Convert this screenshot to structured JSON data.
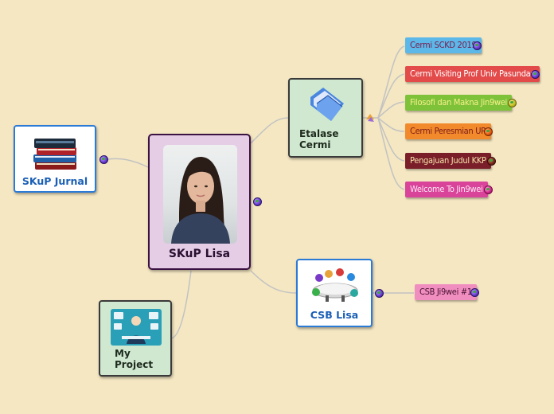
{
  "center": {
    "title": "SKuP Lisa"
  },
  "nodes": {
    "skup_jurnal": {
      "title": "SKuP Jurnal"
    },
    "etalase": {
      "title_line1": "Etalase",
      "title_line2": "Cermi"
    },
    "csb": {
      "title": "CSB Lisa"
    },
    "project": {
      "title_line1": "My",
      "title_line2": "Project"
    }
  },
  "etalase_children": [
    {
      "label": "Cermi SCKD 2019",
      "bg": "#5bb8e8",
      "color": "#7a1a4a"
    },
    {
      "label": "Cermi Visiting Prof Univ Pasundan",
      "bg": "#e34a4a",
      "color": "#ffffff"
    },
    {
      "label": "Filosofi dan Makna Jin9wei",
      "bg": "#7ec23a",
      "color": "#f6f08a"
    },
    {
      "label": "Cermi Peresmian UR",
      "bg": "#f28a2b",
      "color": "#7a1a1a"
    },
    {
      "label": "Pengajuan Judul KKP",
      "bg": "#7a1f2a",
      "color": "#f4e0a8"
    },
    {
      "label": "Welcome To Jin9wei",
      "bg": "#d9449a",
      "color": "#ffe6f4"
    }
  ],
  "csb_children": [
    {
      "label": "CSB Ji9wei #1",
      "bg": "#f08ec0",
      "color": "#4a1030"
    }
  ],
  "colors": {
    "background": "#f4e7c2",
    "center_fill": "#e6cde6",
    "center_border": "#3b1242",
    "green_node": "#cfe8cf",
    "blue_border": "#2b7bd6",
    "link": "#b8b8b8"
  }
}
